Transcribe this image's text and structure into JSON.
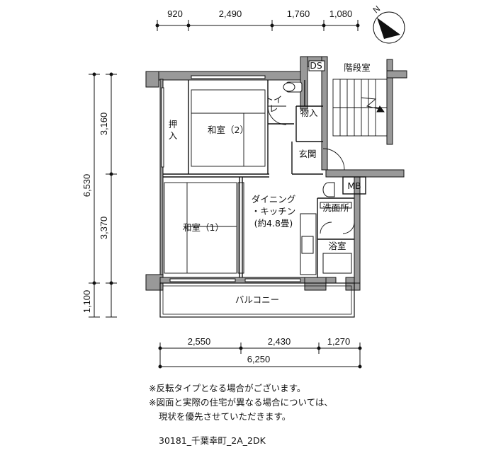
{
  "dimensions": {
    "top": [
      "920",
      "2,490",
      "1,760",
      "1,080"
    ],
    "left_total": "6,530",
    "left_parts": [
      "3,160",
      "3,370",
      "1,100"
    ],
    "bottom_parts": [
      "2,550",
      "2,430",
      "1,270"
    ],
    "bottom_total": "6,250"
  },
  "rooms": {
    "closet_line1": "押",
    "closet_line2": "入",
    "washitsu2": "和室（2）",
    "washitsu1": "和室（1）",
    "toilet_line1": "トイ",
    "toilet_line2": "レ",
    "storage": "物入",
    "entrance": "玄関",
    "stairwell": "階段室",
    "ds": "DS",
    "mb": "MB",
    "dk_line1": "ダイニング",
    "dk_line2": "・キッチン",
    "dk_line3": "(約4.8畳)",
    "washroom": "洗面所",
    "bath": "浴室",
    "balcony": "バルコニー"
  },
  "compass_label": "N",
  "notes": [
    "※反転タイプとなる場合がございます。",
    "※図面と実際の住宅が異なる場合については、",
    "現状を優先させていただきます。"
  ],
  "plan_code": "30181_千葉幸町_2A_2DK"
}
